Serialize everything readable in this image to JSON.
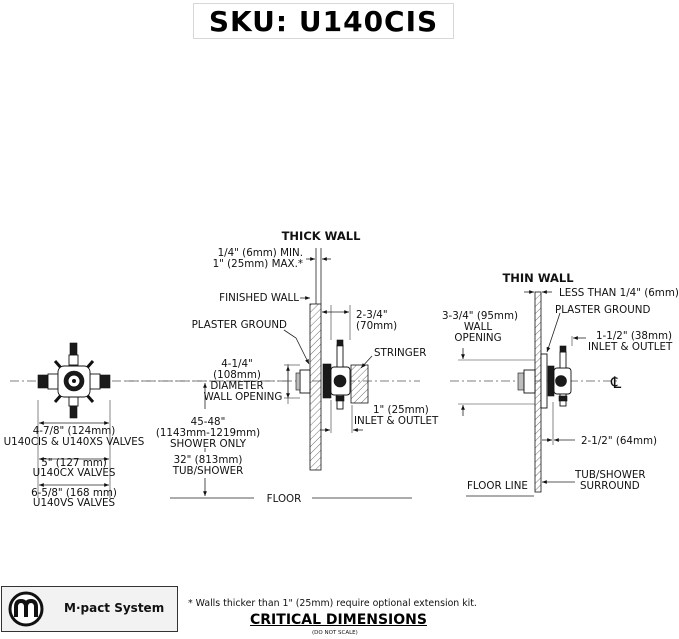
{
  "header": {
    "sku": "SKU: U140CIS"
  },
  "front_view": {
    "labels": [
      "4-7/8\" (124mm)",
      "U140CIS & U140XS VALVES",
      "5\" (127 mm)",
      "U140CX VALVES",
      "6-5/8\" (168 mm)",
      "U140VS VALVES"
    ]
  },
  "thick_wall": {
    "title": "THICK WALL",
    "labels": [
      "1/4\" (6mm) MIN.",
      "1\" (25mm) MAX.*",
      "FINISHED WALL",
      "PLASTER GROUND",
      "2-3/4\"",
      "(70mm)",
      "STRINGER",
      "4-1/4\"",
      "(108mm)",
      "DIAMETER",
      "WALL OPENING",
      "45-48\"",
      "(1143mm-1219mm)",
      "SHOWER ONLY",
      "1\" (25mm)",
      "INLET & OUTLET",
      "32\" (813mm)",
      "TUB/SHOWER",
      "FLOOR"
    ]
  },
  "thin_wall": {
    "title": "THIN WALL",
    "labels": [
      "LESS THAN 1/4\" (6mm)",
      "3-3/4\" (95mm)",
      "WALL",
      "OPENING",
      "PLASTER GROUND",
      "1-1/2\" (38mm)",
      "INLET & OUTLET",
      "2-1/2\" (64mm)",
      "TUB/SHOWER",
      "SURROUND",
      "FLOOR LINE"
    ],
    "centerline_symbol": "℄"
  },
  "footer": {
    "logo_text": "M·pact System",
    "footnote": "* Walls thicker than 1\" (25mm) require optional extension kit.",
    "title": "CRITICAL DIMENSIONS",
    "subtitle": "(DO NOT SCALE)"
  }
}
